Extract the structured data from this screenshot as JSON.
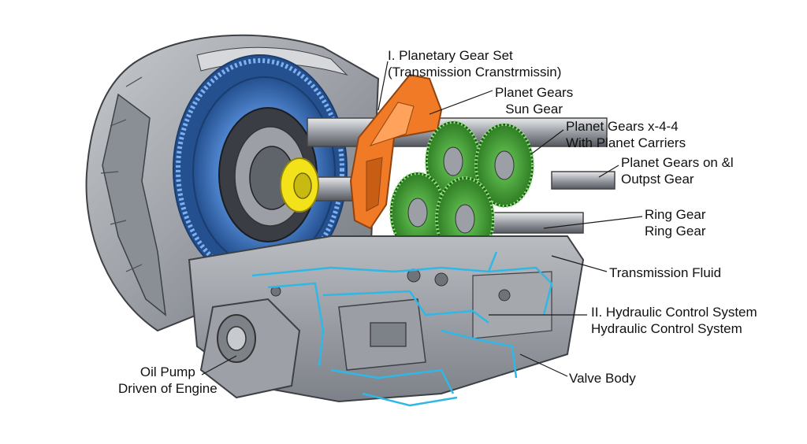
{
  "colors": {
    "housing": "#a9adb3",
    "housing_dark": "#6f747b",
    "clutch_blue": "#3e78c8",
    "clutch_blue_dark": "#24508f",
    "carrier_orange": "#f07a25",
    "gear_green": "#4caf3b",
    "gear_green_dark": "#2f7d24",
    "sun_yellow": "#f3e21a",
    "fluid_cyan": "#2fb8e6",
    "leader": "#1a1a1a"
  },
  "labels": {
    "planetary": {
      "line1": "I. Planetary Gear Set",
      "line2": "(Transmission Cranstrmissin)"
    },
    "planet_sun": {
      "line1": "Planet Gears",
      "line2": "Sun Gear"
    },
    "planet_carriers": {
      "line1": "Planet Gears x-4-4",
      "line2": "With Planet Carriers"
    },
    "output": {
      "line1": "Planet Gears on &l",
      "line2": "Outpst Gear"
    },
    "ring": {
      "line1": "Ring Gear",
      "line2": "Ring Gear"
    },
    "fluid": {
      "line1": "Transmission Fluid"
    },
    "hydraulic": {
      "line1": "II. Hydraulic Control System",
      "line2": "Hydraulic Control System"
    },
    "valve": {
      "line1": "Valve Body"
    },
    "oil_pump": {
      "line1": "Oil Pump",
      "line2": "Driven of Engine"
    }
  }
}
